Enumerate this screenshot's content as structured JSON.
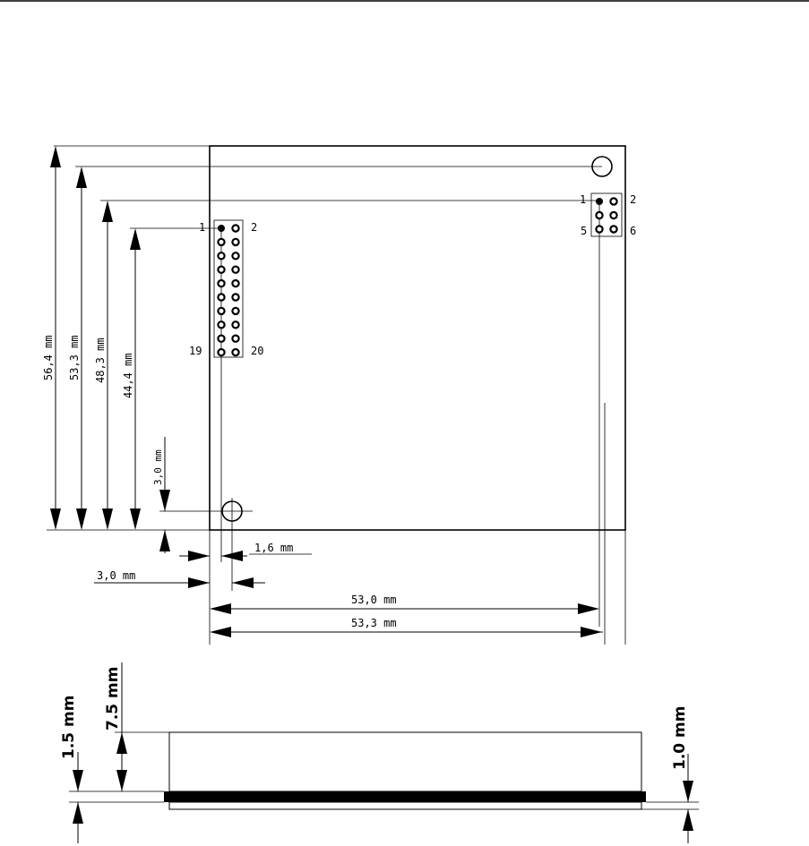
{
  "top_view": {
    "vertical_dims": [
      "56,4 mm",
      "53,3 mm",
      "48,3 mm",
      "44,4 mm"
    ],
    "small_vertical_dim": "3,0 mm",
    "horizontal_small_dims": [
      "1,6 mm",
      "3,0 mm"
    ],
    "horizontal_dims": [
      "53,0 mm",
      "53,3 mm"
    ],
    "connector_20pin": {
      "first": "1",
      "second": "2",
      "last_odd": "19",
      "last_even": "20"
    },
    "connector_6pin": {
      "first": "1",
      "second": "2",
      "last_odd": "5",
      "last_even": "6"
    }
  },
  "side_view": {
    "dims": [
      "1.5 mm",
      "7.5 mm",
      "1.0 mm"
    ]
  }
}
